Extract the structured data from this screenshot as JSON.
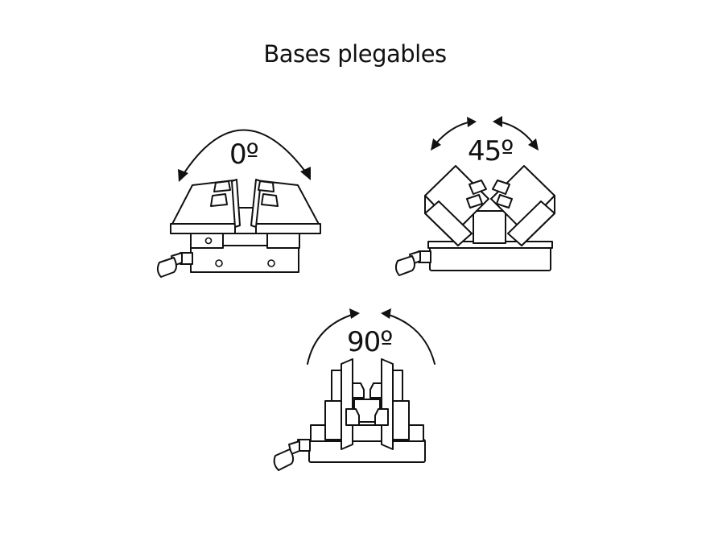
{
  "title": "Bases plegables",
  "positions": [
    {
      "angle_label": "0º"
    },
    {
      "angle_label": "45º"
    },
    {
      "angle_label": "90º"
    }
  ]
}
